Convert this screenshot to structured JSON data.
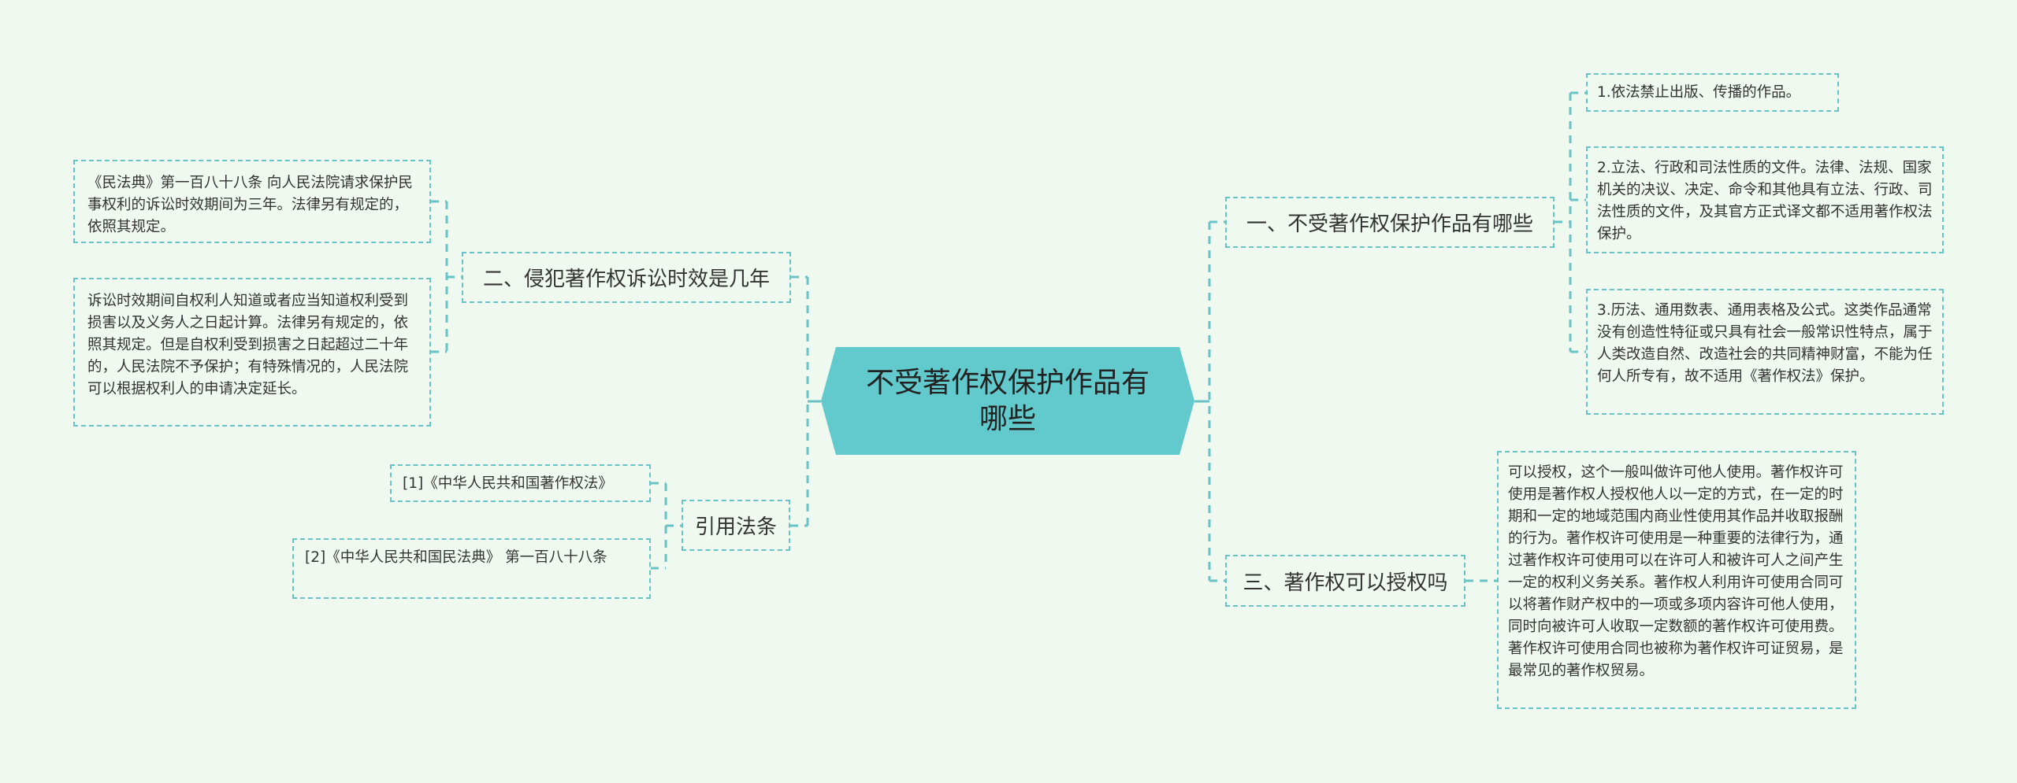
{
  "center": {
    "title": "不受著作权保护作品有哪些"
  },
  "left": {
    "branch1": {
      "title": "二、侵犯著作权诉讼时效是几年",
      "items": [
        "《民法典》第一百八十八条 向人民法院请求保护民事权利的诉讼时效期间为三年。法律另有规定的，依照其规定。",
        "诉讼时效期间自权利人知道或者应当知道权利受到损害以及义务人之日起计算。法律另有规定的，依照其规定。但是自权利受到损害之日起超过二十年的，人民法院不予保护；有特殊情况的，人民法院可以根据权利人的申请决定延长。"
      ]
    },
    "branch2": {
      "title": "引用法条",
      "items": [
        "[1]《中华人民共和国著作权法》",
        "[2]《中华人民共和国民法典》 第一百八十八条"
      ]
    }
  },
  "right": {
    "branch1": {
      "title": "一、不受著作权保护作品有哪些",
      "items": [
        "1.依法禁止出版、传播的作品。",
        "2.立法、行政和司法性质的文件。法律、法规、国家机关的决议、决定、命令和其他具有立法、行政、司法性质的文件，及其官方正式译文都不适用著作权法保护。",
        "3.历法、通用数表、通用表格及公式。这类作品通常没有创造性特征或只具有社会一般常识性特点，属于人类改造自然、改造社会的共同精神财富，不能为任何人所专有，故不适用《著作权法》保护。"
      ]
    },
    "branch2": {
      "title": "三、著作权可以授权吗",
      "items": [
        "可以授权，这个一般叫做许可他人使用。著作权许可使用是著作权人授权他人以一定的方式，在一定的时期和一定的地域范围内商业性使用其作品并收取报酬的行为。著作权许可使用是一种重要的法律行为，通过著作权许可使用可以在许可人和被许可人之间产生一定的权利义务关系。著作权人利用许可使用合同可以将著作财产权中的一项或多项内容许可他人使用，同时向被许可人收取一定数额的著作权许可使用费。著作权许可使用合同也被称为著作权许可证贸易，是最常见的著作权贸易。"
      ]
    }
  },
  "colors": {
    "accent": "#62cacc",
    "line": "#68c2c6",
    "background": "#f0f9ef"
  }
}
